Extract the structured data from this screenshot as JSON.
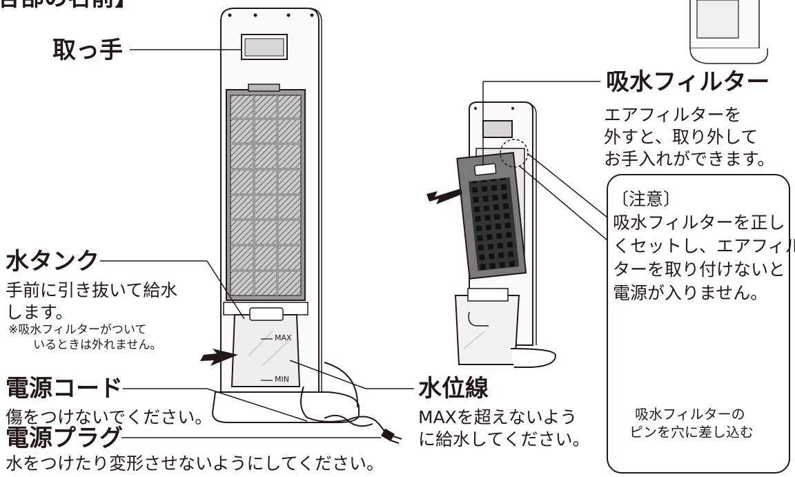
{
  "page_title_fragment": "各部の名前】",
  "labels": {
    "handle": "取っ手",
    "absorbent_filter": "吸水フィルター",
    "absorbent_filter_desc": [
      "エアフィルターを",
      "外すと、取り外して",
      "お手入れができます。"
    ],
    "water_tank": "水タンク",
    "water_tank_desc": [
      "手前に引き抜いて給水",
      "します。"
    ],
    "water_tank_note": [
      "※吸水フィルターがついて",
      "いるときは外れません。"
    ],
    "power_cord": "電源コード",
    "power_cord_desc": "傷をつけないでください。",
    "power_plug": "電源プラグ",
    "power_plug_desc": "水をつけたり変形させないようにしてください。",
    "water_line": "水位線",
    "water_line_desc": [
      "MAXを超えないよう",
      "に給水してください。"
    ],
    "max": "MAX",
    "min": "MIN"
  },
  "caution": {
    "title": "〔注意〕",
    "lines": [
      "吸水フィルターを正し",
      "くセットし、エアフィル",
      "ターを取り付けないと",
      "電源が入りません。"
    ],
    "caption": [
      "吸水フィルターの",
      "ピンを穴に差し込む"
    ]
  }
}
